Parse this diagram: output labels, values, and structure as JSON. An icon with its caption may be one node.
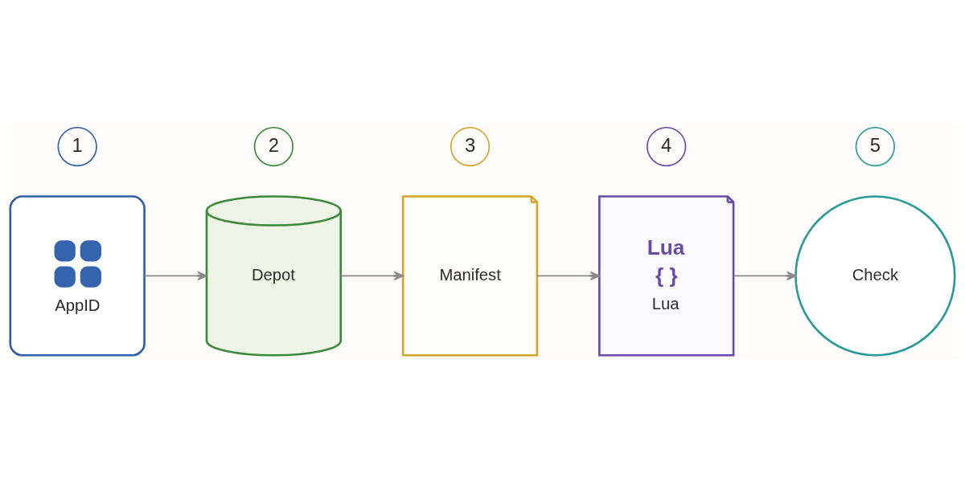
{
  "diagram": {
    "nodes": [
      {
        "text": [
          "1"
        ]
      },
      {
        "text": [
          "2"
        ]
      },
      {
        "text": [
          "3"
        ]
      },
      {
        "text": [
          "4"
        ]
      },
      {
        "text": [
          "5"
        ]
      },
      {
        "text": [
          "AppID"
        ]
      },
      {
        "text": [
          "Depot"
        ]
      },
      {
        "text": [
          "Manifest"
        ]
      },
      {
        "text": [
          "Lua",
          "{ }",
          "Lua"
        ]
      },
      {
        "text": [
          "Check"
        ]
      }
    ],
    "edges": [
      {
        "from": 5,
        "to": 6,
        "arrow": "to"
      },
      {
        "from": 6,
        "to": 7,
        "arrow": "to"
      },
      {
        "from": 7,
        "to": 8,
        "arrow": "to"
      },
      {
        "from": 8,
        "to": 9,
        "arrow": "to"
      }
    ]
  }
}
